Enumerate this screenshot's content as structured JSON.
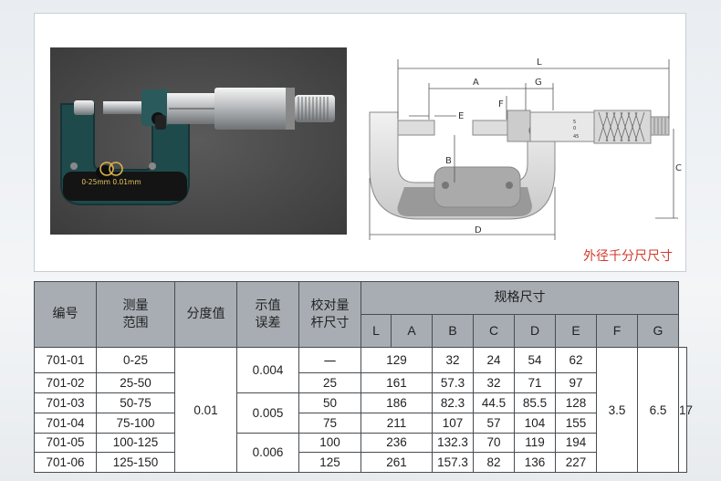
{
  "photo": {
    "engraving": "0-25mm 0.01mm"
  },
  "diagram": {
    "labels": {
      "L": "L",
      "A": "A",
      "G": "G",
      "E": "E",
      "F": "F",
      "B": "B",
      "C": "C",
      "D": "D"
    },
    "scale_marks": [
      "5",
      "0",
      "45"
    ]
  },
  "caption": "外径千分尺尺寸",
  "table": {
    "headers": {
      "code": "编号",
      "range": [
        "测量",
        "范围"
      ],
      "graduation": "分度值",
      "error": [
        "示值",
        "误差"
      ],
      "calib": [
        "校对量",
        "杆尺寸"
      ],
      "spec": "规格尺寸"
    },
    "dim_headers": [
      "L",
      "A",
      "B",
      "C",
      "D",
      "E",
      "F",
      "G"
    ],
    "rows": [
      {
        "code": "701-01",
        "range": "0-25",
        "calib": "一",
        "L": "129",
        "A": "32",
        "B": "24",
        "C": "54",
        "D": "62"
      },
      {
        "code": "701-02",
        "range": "25-50",
        "calib": "25",
        "L": "161",
        "A": "57.3",
        "B": "32",
        "C": "71",
        "D": "97"
      },
      {
        "code": "701-03",
        "range": "50-75",
        "calib": "50",
        "L": "186",
        "A": "82.3",
        "B": "44.5",
        "C": "85.5",
        "D": "128"
      },
      {
        "code": "701-04",
        "range": "75-100",
        "calib": "75",
        "L": "211",
        "A": "107",
        "B": "57",
        "C": "104",
        "D": "155"
      },
      {
        "code": "701-05",
        "range": "100-125",
        "calib": "100",
        "L": "236",
        "A": "132.3",
        "B": "70",
        "C": "119",
        "D": "194"
      },
      {
        "code": "701-06",
        "range": "125-150",
        "calib": "125",
        "L": "261",
        "A": "157.3",
        "B": "82",
        "C": "136",
        "D": "227"
      }
    ],
    "graduation": "0.01",
    "errors": [
      "0.004",
      "0.005",
      "0.006"
    ],
    "E": "3.5",
    "F": "6.5",
    "G": "17"
  }
}
